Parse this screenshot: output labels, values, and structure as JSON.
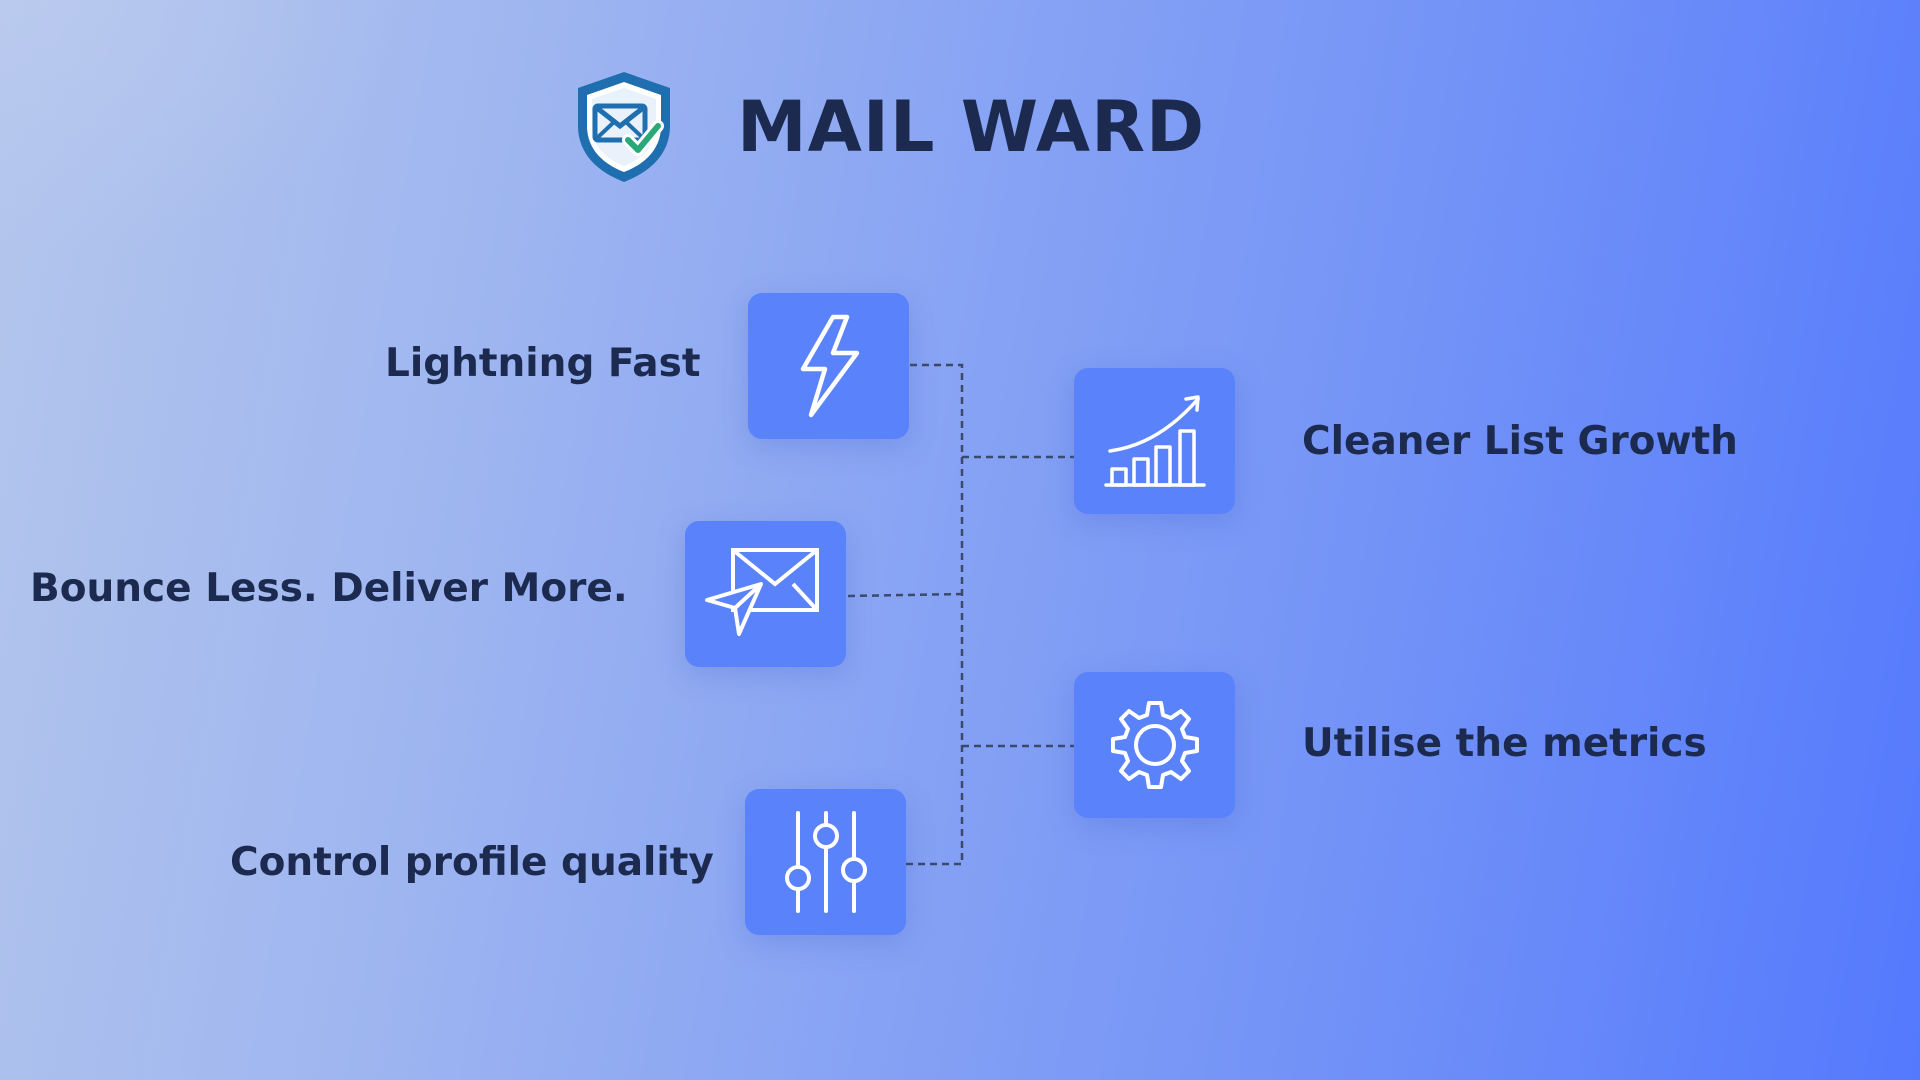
{
  "brand": {
    "title": "MAIL WARD",
    "logo_icon": "shield-mail-check-icon",
    "colors": {
      "shield_outer": "#1f6fb0",
      "shield_inner": "#ffffff",
      "check": "#2aa87a"
    }
  },
  "features": {
    "lightning": {
      "label": "Lightning Fast",
      "icon": "lightning-bolt-icon"
    },
    "bounce": {
      "label": "Bounce Less. Deliver More.",
      "icon": "mail-send-icon"
    },
    "control": {
      "label": "Control profile quality",
      "icon": "sliders-icon"
    },
    "growth": {
      "label": "Cleaner List Growth",
      "icon": "growth-chart-icon"
    },
    "metrics": {
      "label": "Utilise the metrics",
      "icon": "gear-icon"
    }
  },
  "colors": {
    "tile": "#5a82fb",
    "text": "#1b2a4e",
    "connector": "#3b4a6b"
  }
}
